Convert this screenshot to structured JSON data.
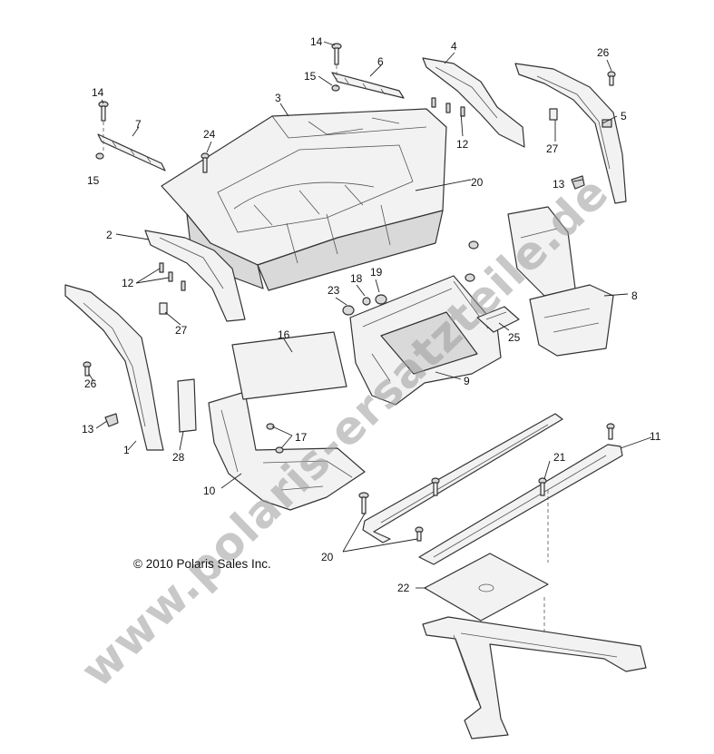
{
  "diagram": {
    "labels": {
      "l1": "1",
      "l2": "2",
      "l3": "3",
      "l4": "4",
      "l5": "5",
      "l6": "6",
      "l7": "7",
      "l8": "8",
      "l9": "9",
      "l10": "10",
      "l11": "11",
      "l12a": "12",
      "l12b": "12",
      "l13a": "13",
      "l13b": "13",
      "l14a": "14",
      "l14b": "14",
      "l15a": "15",
      "l15b": "15",
      "l16": "16",
      "l17": "17",
      "l18": "18",
      "l19": "19",
      "l20a": "20",
      "l20b": "20",
      "l21": "21",
      "l22": "22",
      "l23": "23",
      "l24": "24",
      "l25": "25",
      "l26a": "26",
      "l26b": "26",
      "l27a": "27",
      "l27b": "27",
      "l28": "28"
    },
    "copyright": "© 2010 Polaris Sales Inc.",
    "watermark": "www.polaris-ersatzteile.de"
  }
}
